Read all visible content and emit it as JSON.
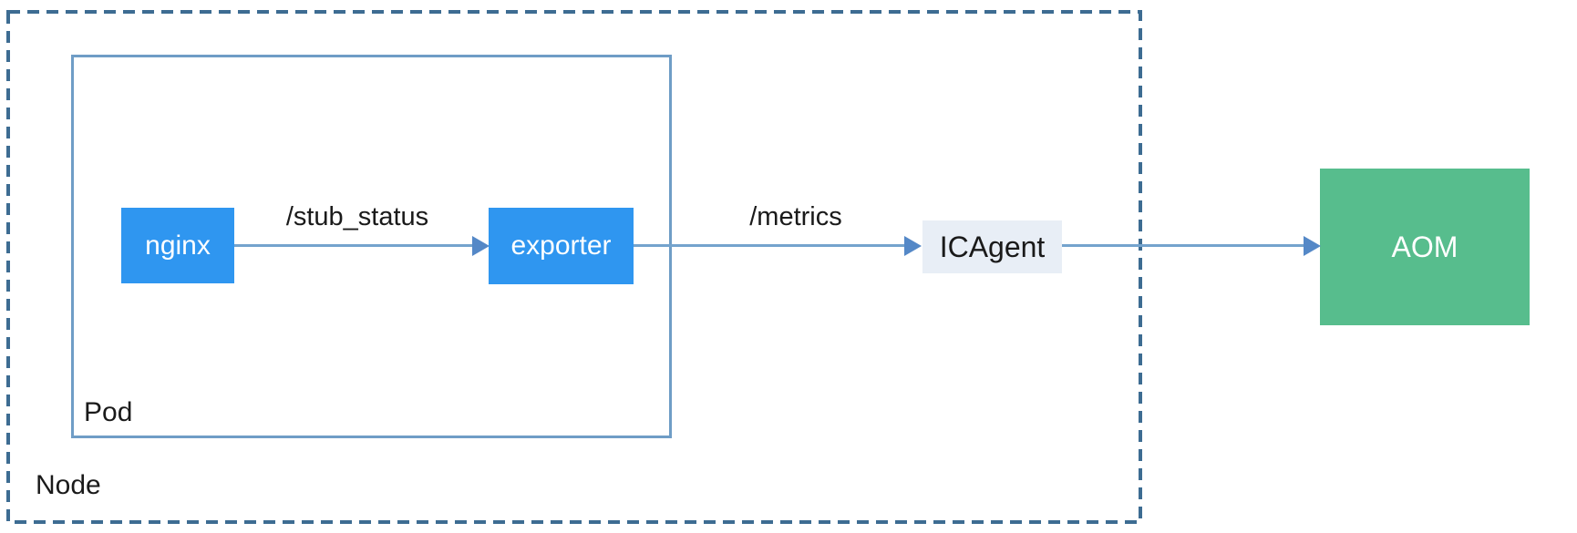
{
  "diagram": {
    "node": {
      "label": "Node"
    },
    "pod": {
      "label": "Pod"
    },
    "components": {
      "nginx": {
        "label": "nginx",
        "fill": "#2f96f0",
        "text_color": "#ffffff"
      },
      "exporter": {
        "label": "exporter",
        "fill": "#2f96f0",
        "text_color": "#ffffff"
      },
      "icagent": {
        "label": "ICAgent",
        "fill": "#e8eef6",
        "text_color": "#1a1a1a"
      },
      "aom": {
        "label": "AOM",
        "fill": "#57bd8d",
        "text_color": "#ffffff"
      }
    },
    "edges": [
      {
        "from": "nginx",
        "to": "exporter",
        "label": "/stub_status"
      },
      {
        "from": "exporter",
        "to": "icagent",
        "label": "/metrics"
      },
      {
        "from": "icagent",
        "to": "aom",
        "label": ""
      }
    ],
    "colors": {
      "node_border": "#3d6c92",
      "pod_border": "#6f9dc6",
      "arrow_line": "#74a3cd",
      "arrow_head": "#5488c7",
      "text_dark": "#1a1a1a",
      "background": "#ffffff"
    }
  }
}
